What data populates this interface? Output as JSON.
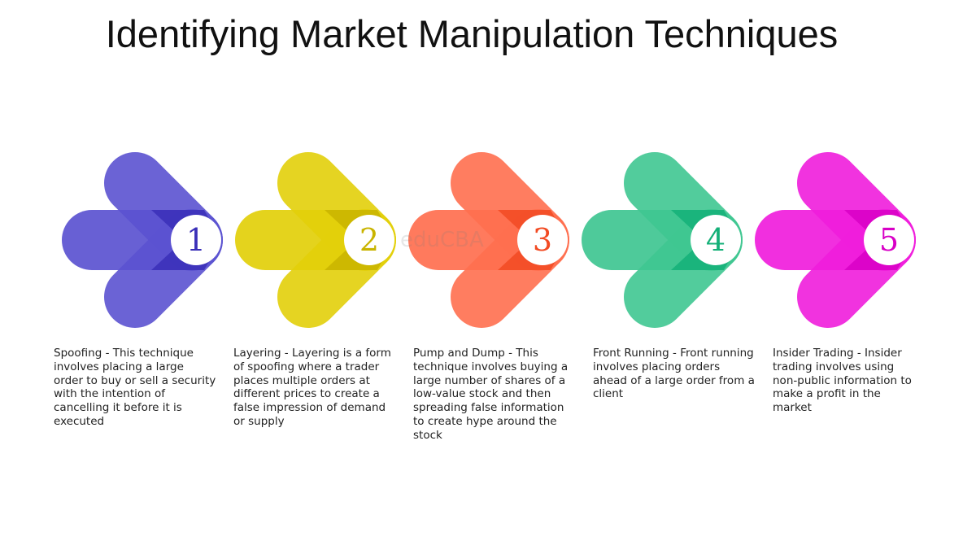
{
  "title": "Identifying Market Manipulation Techniques",
  "watermark": "eduCBA",
  "steps": [
    {
      "number": "1",
      "color": "#5b52d0",
      "dark_color": "#3a2fb8",
      "description": "Spoofing - This technique involves placing a large order to buy or sell a security with the intention of cancelling it before it is executed"
    },
    {
      "number": "2",
      "color": "#e2cf0a",
      "dark_color": "#c9b400",
      "description": "Layering - Layering is a form of spoofing where a trader places multiple orders at different prices to create a false impression of demand or supply"
    },
    {
      "number": "3",
      "color": "#ff6f4f",
      "dark_color": "#f24a22",
      "description": "Pump and Dump - This technique involves buying a large number of shares of a low-value stock and then spreading false information to create hype around the stock"
    },
    {
      "number": "4",
      "color": "#3fc691",
      "dark_color": "#14b078",
      "description": "Front Running - Front running involves placing orders ahead of a large order from a client"
    },
    {
      "number": "5",
      "color": "#f01ddc",
      "dark_color": "#d800c6",
      "description": "Insider Trading - Insider trading involves using non-public information to make a profit in the market"
    }
  ]
}
